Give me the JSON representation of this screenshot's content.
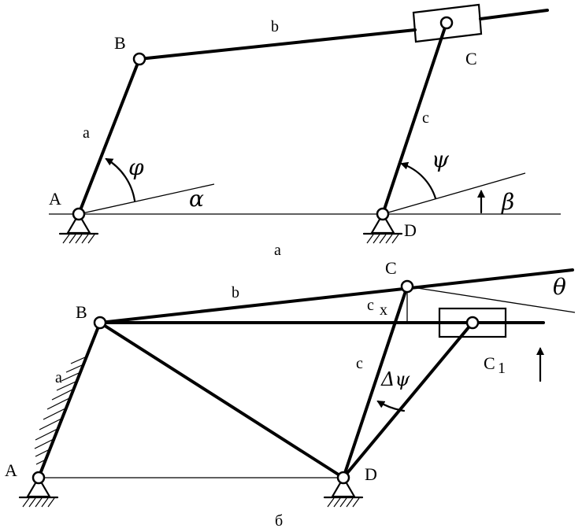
{
  "top": {
    "labels": {
      "A": "A",
      "B": "B",
      "C": "C",
      "D": "D",
      "a_crank": "a",
      "b_coupler": "b",
      "c_rocker": "c",
      "a_base": "a",
      "phi": "φ",
      "psi": "ψ",
      "alpha": "α",
      "beta": "β"
    }
  },
  "bottom": {
    "labels": {
      "A": "A",
      "B": "B",
      "C": "C",
      "C1": "C",
      "C1_sub": "1",
      "D": "D",
      "a_crank": "a",
      "b_coupler": "b",
      "c_rocker": "c",
      "cx": "c",
      "cx_sub": "x",
      "delta_psi": "Δψ",
      "theta": "θ",
      "caption": "б"
    }
  }
}
